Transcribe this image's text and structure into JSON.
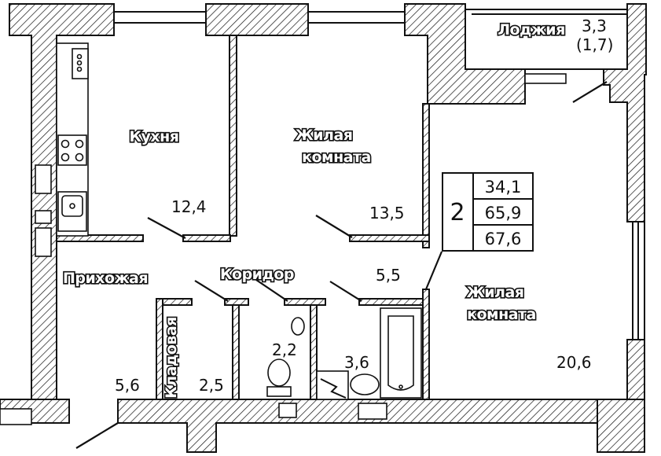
{
  "plan": {
    "rooms": [
      {
        "name": "Кухня",
        "area": "12,4"
      },
      {
        "name": "Жилая комната",
        "area": "13,5"
      },
      {
        "name": "Жилая комната",
        "area": "20,6"
      },
      {
        "name": "Прихожая",
        "area": "5,6"
      },
      {
        "name": "Коридор",
        "area": "5,5"
      },
      {
        "name": "Кладовая",
        "area": "2,5"
      },
      {
        "name": "",
        "area": "2,2"
      },
      {
        "name": "",
        "area": "3,6"
      },
      {
        "name": "Лоджия",
        "area": "3,3",
        "area_reduced": "(1,7)"
      }
    ],
    "legend": {
      "rooms_count": "2",
      "living_area": "34,1",
      "total_area": "65,9",
      "total_with_loggia": "67,6"
    }
  }
}
